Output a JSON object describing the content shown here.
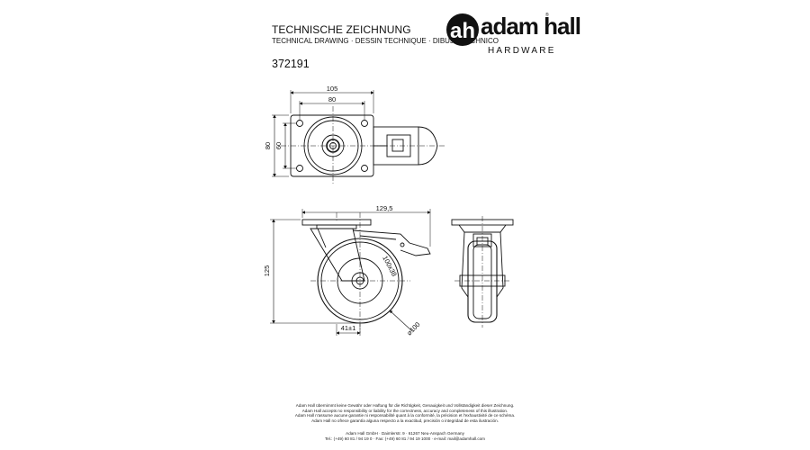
{
  "header": {
    "title": "TECHNISCHE ZEICHNUNG",
    "subtitle": "TECHNICAL DRAWING · DESSIN TECHNIQUE · DIBUJO TECHNICO",
    "part_number": "372191"
  },
  "logo": {
    "brand": "adam hall",
    "sub": "HARDWARE",
    "mark": "ah",
    "registered": "®"
  },
  "dimensions": {
    "plate_outer_width": "105",
    "plate_hole_width": "80",
    "plate_outer_height": "80",
    "plate_hole_height": "60",
    "overall_length": "129,5",
    "overall_height": "125",
    "offset": "41±1",
    "wheel_diameter": "⌀100",
    "wheel_label": "100x38"
  },
  "footer": {
    "disclaimer_lines": [
      "Adam Hall übernimmt keine Gewähr oder Haftung für die Richtigkeit, Genauigkeit und Vollständigkeit dieser Zeichnung.",
      "Adam Hall accepts no responsibility or liability for the correctness, accuracy and completeness of this illustration.",
      "Adam Hall n'assume aucune garantie ni responsabilité quant à la conformité, la précision et l'exhaustivité de ce schéma.",
      "Adam Hall no ofrece garantía alguna respecto a la exactitud, precisión o integridad de esta ilustración."
    ],
    "company_line": "Adam Hall GmbH · Daimlerstr. 9 · 61267 Neu-Anspach Germany",
    "contact_line": "Tel.: (+49) 60 81 / 94 19 0 · Fax: (+49) 60 81 / 94 19 1000 · e-mail: mail@adamhall.com"
  }
}
